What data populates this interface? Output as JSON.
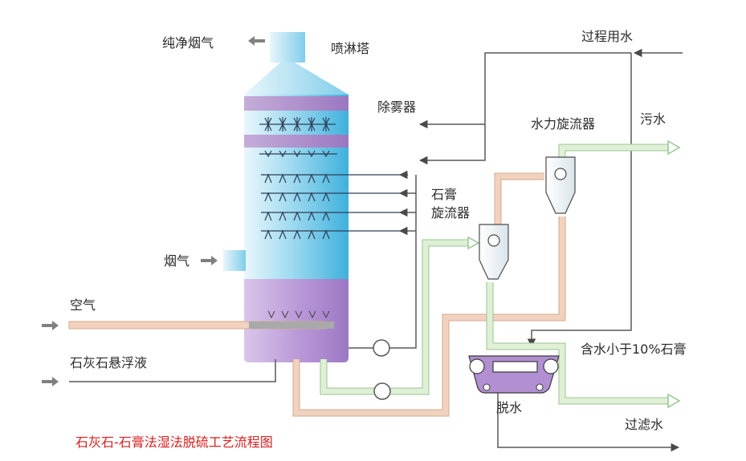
{
  "diagram": {
    "labels": {
      "clean_flue_gas": "纯净烟气",
      "spray_tower": "喷淋塔",
      "process_water": "过程用水",
      "demister": "除雾器",
      "hydrocyclone": "水力旋流器",
      "wastewater": "污水",
      "gypsum": "石膏",
      "cyclone": "旋流器",
      "flue_gas": "烟气",
      "air": "空气",
      "limestone_slurry": "石灰石悬浮液",
      "gypsum_content": "含水小于10%石膏",
      "dewatering": "脱水",
      "filtrate": "过滤水"
    },
    "caption": "石灰石-石膏法湿法脱硫工艺流程图"
  },
  "colors": {
    "tower_light": "#dff3fb",
    "tower_mid": "#8fd4ee",
    "tower_dark": "#4bb9e1",
    "tower_band": "#a889c9",
    "tower_bottom": "#b18fd1",
    "gray_line": "#585858",
    "arrow_gray": "#808080",
    "air_pipe": "#f0d2bf",
    "air_pipe_edge": "#d6a98d",
    "green_pipe": "#dff0d6",
    "green_pipe_edge": "#9ac491",
    "caption": "#d6201f"
  }
}
